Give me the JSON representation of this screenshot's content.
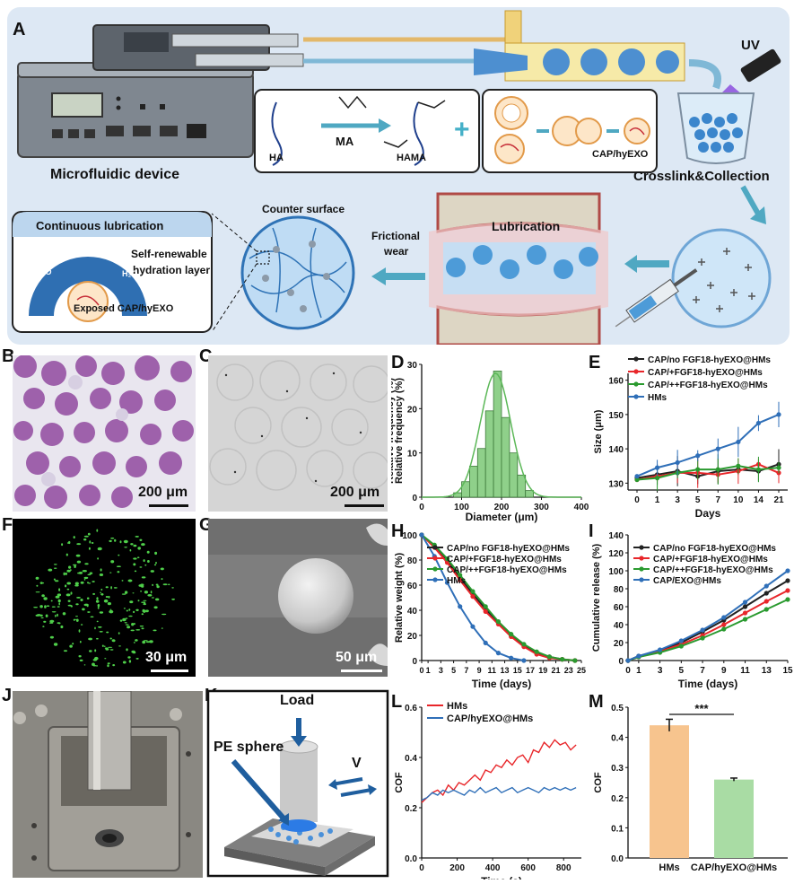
{
  "panels": {
    "A": {
      "label": "A",
      "microfluidic": "Microfluidic device",
      "ha": "HA",
      "ma": "MA",
      "hama": "HAMA",
      "plus": "+",
      "cap_hyexo": "CAP/hyEXO",
      "uv": "UV",
      "crosslink": "Crosslink&Collection",
      "lubrication": "Lubrication",
      "frictional": "Frictional",
      "wear": "wear",
      "counter_surface": "Counter surface",
      "continuous": "Continuous lubrication",
      "self_renewable": "Self-renewable",
      "hydration_layer": "hydration layer",
      "exposed": "Exposed CAP/hyEXO",
      "water": "H₂O"
    },
    "B": {
      "label": "B",
      "scale": "200 μm"
    },
    "C": {
      "label": "C",
      "scale": "200 μm"
    },
    "F": {
      "label": "F",
      "scale": "30 μm"
    },
    "G": {
      "label": "G",
      "scale": "50 μm"
    },
    "J": {
      "label": "J"
    },
    "K": {
      "label": "K",
      "load": "Load",
      "pe_sphere": "PE sphere",
      "v": "V"
    }
  },
  "colors": {
    "panelA_bg": "#dde8f4",
    "black_series": "#222222",
    "red_series": "#e8262a",
    "green_series": "#2a9a2f",
    "blue_series": "#2f6fb8",
    "hist_bar": "#8fd08a",
    "hms_bar": "#f7c48e",
    "cap_bar": "#a9dca4"
  },
  "chart_data": [
    {
      "id": "D",
      "panel_label": "D",
      "type": "bar",
      "xlabel": "Diameter (μm)",
      "ylabel": "Relative frequency (%)",
      "xlim": [
        0,
        400
      ],
      "ylim": [
        0,
        30
      ],
      "xticks": [
        "0",
        "100",
        "200",
        "300",
        "400"
      ],
      "yticks": [
        "0",
        "10",
        "20",
        "30"
      ],
      "bin_width": 20,
      "bin_starts": [
        80,
        100,
        120,
        140,
        160,
        180,
        200,
        220,
        240,
        260
      ],
      "values": [
        1,
        3.5,
        7,
        11,
        19.5,
        28.5,
        18,
        10,
        5,
        1.5
      ],
      "fit_curve": true
    },
    {
      "id": "E",
      "panel_label": "E",
      "type": "line",
      "xlabel": "Days",
      "ylabel": "Size (μm)",
      "ylim": [
        128,
        162
      ],
      "categories": [
        "0",
        "1",
        "3",
        "5",
        "7",
        "10",
        "14",
        "21"
      ],
      "yticks": [
        "130",
        "140",
        "150",
        "160"
      ],
      "series": [
        {
          "name": "CAP/no FGF18-hyEXO@HMs",
          "color": "#222222",
          "values": [
            131.5,
            132.5,
            133.5,
            132.0,
            133.5,
            134.0,
            133.5,
            135.5
          ]
        },
        {
          "name": "CAP/+FGF18-hyEXO@HMs",
          "color": "#e8262a",
          "values": [
            131.0,
            132.0,
            133.0,
            133.0,
            132.5,
            133.5,
            135.5,
            133.0
          ]
        },
        {
          "name": "CAP/++FGF18-hyEXO@HMs",
          "color": "#2a9a2f",
          "values": [
            131.0,
            131.5,
            133.0,
            134.0,
            134.0,
            135.0,
            134.0,
            134.5
          ]
        },
        {
          "name": "HMs",
          "color": "#2f6fb8",
          "values": [
            132.0,
            134.5,
            136.0,
            138.0,
            140.0,
            142.0,
            147.5,
            150.0
          ]
        }
      ]
    },
    {
      "id": "H",
      "panel_label": "H",
      "type": "line",
      "xlabel": "Time (days)",
      "ylabel": "Relative weight (%)",
      "xlim": [
        0,
        25
      ],
      "ylim": [
        0,
        100
      ],
      "xticks": [
        "0",
        "1",
        "3",
        "5",
        "7",
        "9",
        "11",
        "13",
        "15",
        "17",
        "19",
        "21",
        "23",
        "25"
      ],
      "yticks": [
        "0",
        "20",
        "40",
        "60",
        "80",
        "100"
      ],
      "x": [
        0,
        2,
        4,
        6,
        8,
        10,
        12,
        14,
        16,
        18,
        20,
        22,
        24
      ],
      "series": [
        {
          "name": "CAP/no FGF18-hyEXO@HMs",
          "color": "#222222",
          "values": [
            100,
            91,
            79,
            66,
            53,
            41,
            30,
            20,
            12,
            6,
            3,
            1,
            0
          ]
        },
        {
          "name": "CAP/+FGF18-hyEXO@HMs",
          "color": "#e8262a",
          "values": [
            100,
            90,
            78,
            64,
            51,
            39,
            29,
            19,
            11,
            5,
            2,
            1,
            0
          ]
        },
        {
          "name": "CAP/++FGF18-hyEXO@HMs",
          "color": "#2a9a2f",
          "values": [
            100,
            92,
            81,
            68,
            55,
            43,
            31,
            21,
            13,
            7,
            3,
            1,
            0
          ]
        },
        {
          "name": "HMs",
          "color": "#2f6fb8",
          "values": [
            100,
            83,
            62,
            43,
            27,
            14,
            6,
            2,
            0,
            null,
            null,
            null,
            null
          ]
        }
      ]
    },
    {
      "id": "I",
      "panel_label": "I",
      "type": "line",
      "xlabel": "Time (days)",
      "ylabel": "Cumulative release (%)",
      "xlim": [
        0,
        15
      ],
      "ylim": [
        0,
        140
      ],
      "xticks": [
        "0",
        "1",
        "3",
        "5",
        "7",
        "9",
        "11",
        "13",
        "15"
      ],
      "yticks": [
        "0",
        "20",
        "40",
        "60",
        "80",
        "100",
        "120",
        "140"
      ],
      "x": [
        0,
        1,
        3,
        5,
        7,
        9,
        11,
        13,
        15
      ],
      "series": [
        {
          "name": "CAP/no FGF18-hyEXO@HMs",
          "color": "#222222",
          "values": [
            0,
            5,
            11,
            20,
            32,
            45,
            60,
            75,
            89
          ]
        },
        {
          "name": "CAP/+FGF18-hyEXO@HMs",
          "color": "#e8262a",
          "values": [
            0,
            4,
            10,
            18,
            28,
            40,
            53,
            66,
            78
          ]
        },
        {
          "name": "CAP/++FGF18-hyEXO@HMs",
          "color": "#2a9a2f",
          "values": [
            0,
            4,
            9,
            16,
            25,
            35,
            46,
            57,
            68
          ]
        },
        {
          "name": "CAP/EXO@HMs",
          "color": "#2f6fb8",
          "values": [
            0,
            5,
            12,
            22,
            34,
            48,
            65,
            83,
            100
          ]
        }
      ]
    },
    {
      "id": "L",
      "panel_label": "L",
      "type": "line",
      "xlabel": "Time (s)",
      "ylabel": "COF",
      "xlim": [
        0,
        900
      ],
      "ylim": [
        0,
        0.6
      ],
      "xticks": [
        "0",
        "200",
        "400",
        "600",
        "800"
      ],
      "yticks": [
        "0.0",
        "0.2",
        "0.4",
        "0.6"
      ],
      "x": [
        0,
        30,
        60,
        90,
        120,
        150,
        180,
        210,
        240,
        270,
        300,
        330,
        360,
        390,
        420,
        450,
        480,
        510,
        540,
        570,
        600,
        630,
        660,
        690,
        720,
        750,
        780,
        810,
        840,
        870
      ],
      "series": [
        {
          "name": "HMs",
          "color": "#e8262a",
          "values": [
            0.22,
            0.24,
            0.26,
            0.27,
            0.25,
            0.29,
            0.27,
            0.3,
            0.29,
            0.31,
            0.33,
            0.31,
            0.35,
            0.34,
            0.37,
            0.36,
            0.39,
            0.37,
            0.4,
            0.41,
            0.38,
            0.43,
            0.42,
            0.46,
            0.44,
            0.47,
            0.45,
            0.46,
            0.43,
            0.45
          ]
        },
        {
          "name": "CAP/hyEXO@HMs",
          "color": "#2f6fb8",
          "values": [
            0.23,
            0.24,
            0.26,
            0.25,
            0.27,
            0.26,
            0.27,
            0.26,
            0.25,
            0.27,
            0.26,
            0.28,
            0.26,
            0.27,
            0.28,
            0.26,
            0.27,
            0.28,
            0.26,
            0.27,
            0.28,
            0.27,
            0.26,
            0.28,
            0.27,
            0.28,
            0.27,
            0.28,
            0.27,
            0.28
          ]
        }
      ]
    },
    {
      "id": "M",
      "panel_label": "M",
      "type": "bar",
      "ylabel": "COF",
      "ylim": [
        0,
        0.5
      ],
      "yticks": [
        "0.0",
        "0.1",
        "0.2",
        "0.3",
        "0.4",
        "0.5"
      ],
      "categories": [
        "HMs",
        "CAP/hyEXO@HMs"
      ],
      "values": [
        0.44,
        0.26
      ],
      "errors": [
        0.02,
        0.005
      ],
      "significance": "***"
    }
  ]
}
